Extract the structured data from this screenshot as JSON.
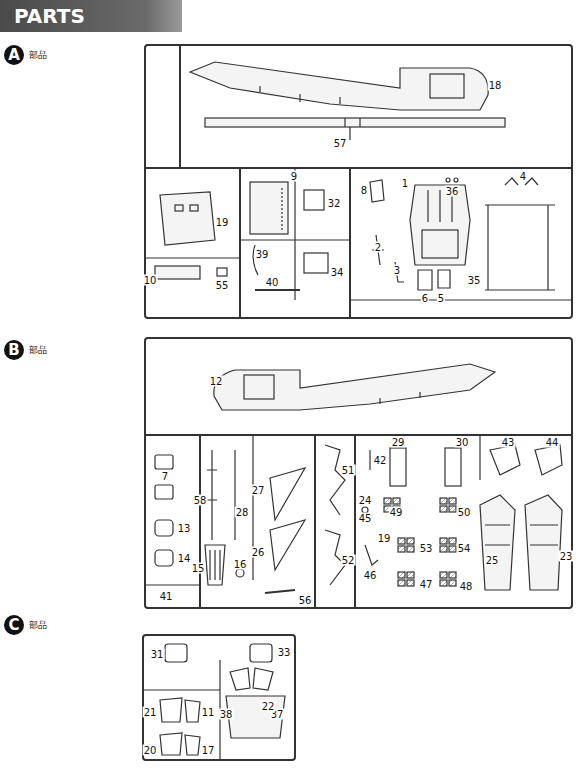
{
  "diagram": {
    "title": "PARTS",
    "nodes": [
      {
        "text": [
          "A",
          "部品"
        ]
      },
      {
        "text": [
          "B",
          "部品"
        ]
      },
      {
        "text": [
          "C",
          "部品"
        ]
      }
    ],
    "labels": [
      "18",
      "57",
      "9",
      "19",
      "32",
      "1",
      "36",
      "4",
      "8",
      "2",
      "3",
      "6",
      "5",
      "35",
      "39",
      "34",
      "10",
      "55",
      "40",
      "12",
      "7",
      "58",
      "28",
      "27",
      "51",
      "42",
      "29",
      "30",
      "43",
      "44",
      "13",
      "14",
      "26",
      "24",
      "45",
      "49",
      "50",
      "15",
      "16",
      "52",
      "19",
      "46",
      "53",
      "54",
      "25",
      "23",
      "47",
      "48",
      "41",
      "56",
      "31",
      "33",
      "38",
      "37",
      "22",
      "21",
      "11",
      "20",
      "17"
    ]
  }
}
